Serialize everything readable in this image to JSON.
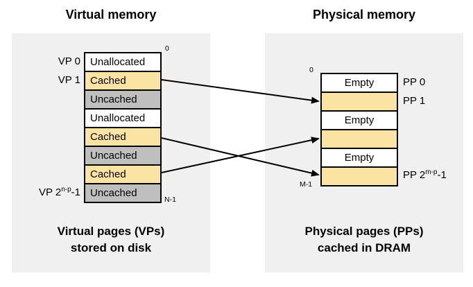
{
  "titles": {
    "left": "Virtual memory",
    "right": "Physical memory"
  },
  "virtual": {
    "cells": [
      {
        "text": "Unallocated",
        "state": "unallocated"
      },
      {
        "text": "Cached",
        "state": "cached"
      },
      {
        "text": "Uncached",
        "state": "uncached"
      },
      {
        "text": "Unallocated",
        "state": "unallocated"
      },
      {
        "text": "Cached",
        "state": "cached"
      },
      {
        "text": "Uncached",
        "state": "uncached"
      },
      {
        "text": "Cached",
        "state": "cached"
      },
      {
        "text": "Uncached",
        "state": "uncached"
      }
    ],
    "row_labels": {
      "vp0": "VP 0",
      "vp1": "VP 1",
      "vp_last_base": "VP 2",
      "vp_last_sup": "n-p",
      "vp_last_tail": "-1"
    },
    "addr_top": "0",
    "addr_bottom": "N-1",
    "caption_line1": "Virtual pages (VPs)",
    "caption_line2": "stored on disk"
  },
  "physical": {
    "cells": [
      {
        "text": "Empty",
        "state": "empty"
      },
      {
        "text": "",
        "state": "cached"
      },
      {
        "text": "Empty",
        "state": "empty"
      },
      {
        "text": "",
        "state": "cached"
      },
      {
        "text": "Empty",
        "state": "empty"
      },
      {
        "text": "",
        "state": "cached"
      }
    ],
    "row_labels": {
      "pp0": "PP 0",
      "pp1": "PP 1",
      "pp_last_base": "PP 2",
      "pp_last_sup": "m-p",
      "pp_last_tail": "-1"
    },
    "addr_top": "0",
    "addr_bottom": "M-1",
    "caption_line1": "Physical pages (PPs)",
    "caption_line2": "cached in DRAM"
  },
  "mappings": [
    {
      "from_virtual_cell": 1,
      "to_physical_cell": 1,
      "note": "VP 1 cached in PP 1"
    },
    {
      "from_virtual_cell": 4,
      "to_physical_cell": 5,
      "note": "cached VP mapped to PP 2^(m-p)-1"
    },
    {
      "from_virtual_cell": 6,
      "to_physical_cell": 3,
      "note": "cached VP mapped to middle PP"
    }
  ],
  "colors": {
    "cached_fill": "#FBE3A3",
    "uncached_fill": "#BFBFBF",
    "empty_fill": "#FFFFFF",
    "panel_bg": "#F0F0F0",
    "border": "#000000",
    "arrow": "#000000"
  }
}
